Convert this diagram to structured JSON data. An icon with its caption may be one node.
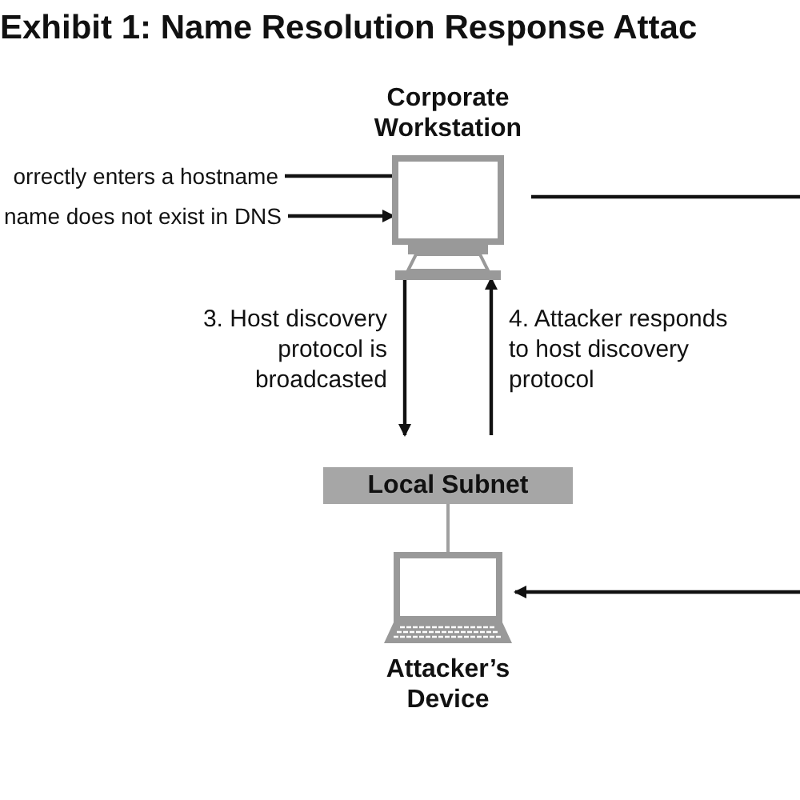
{
  "diagram": {
    "title": "Exhibit 1: Name Resolution Response Attac",
    "nodes": [
      {
        "text": [
          "Corporate Workstation"
        ]
      },
      {
        "text": [
          "orrectly enters a hostname"
        ]
      },
      {
        "text": [
          "name does not exist in DNS"
        ]
      },
      {
        "text": [
          "Local Subnet"
        ]
      },
      {
        "text": [
          "Attacker’s Device"
        ]
      }
    ],
    "edges": [
      {
        "from": 1,
        "to": 0,
        "arrow": "none"
      },
      {
        "from": 2,
        "to": 0,
        "arrow": "to"
      },
      {
        "from": 0,
        "to": 3,
        "arrow": "to",
        "label": "3. Host discovery protocol is broadcasted"
      },
      {
        "from": 3,
        "to": 0,
        "arrow": "to",
        "label": "4. Attacker responds to host discovery protocol"
      },
      {
        "from": 3,
        "to": 4,
        "arrow": "none",
        "color": "#a0a0a0"
      },
      {
        "from": 0,
        "to": null,
        "arrow": "none"
      },
      {
        "from": null,
        "to": 4,
        "arrow": "to"
      }
    ]
  }
}
